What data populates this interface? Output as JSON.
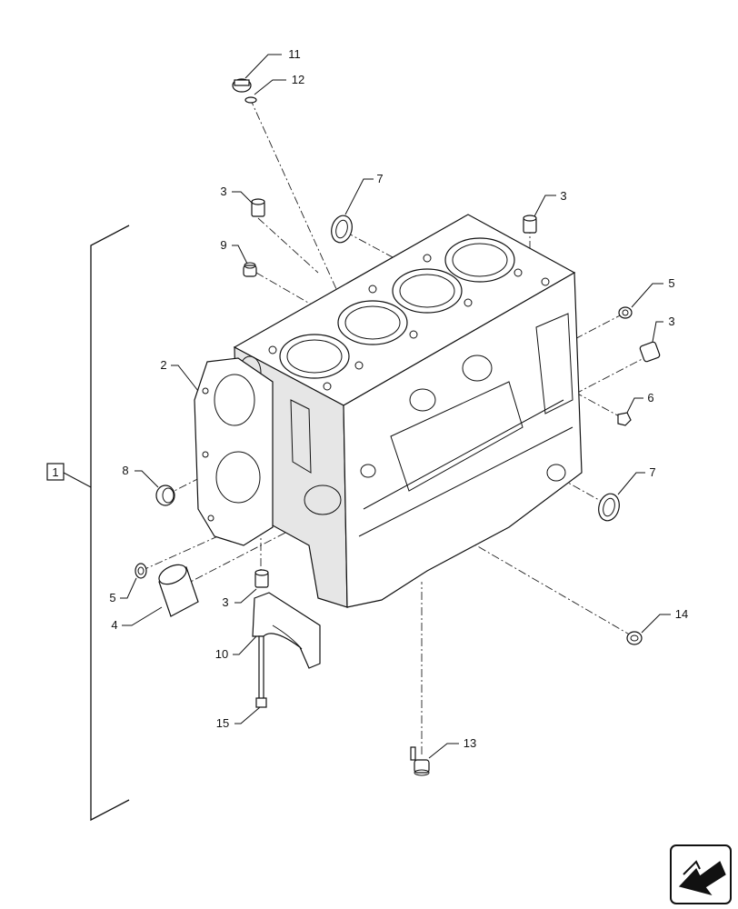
{
  "callouts": {
    "c1": "1",
    "c2": "2",
    "c3a": "3",
    "c3b": "3",
    "c3c": "3",
    "c3d": "3",
    "c4": "4",
    "c5a": "5",
    "c5b": "5",
    "c6": "6",
    "c7a": "7",
    "c7b": "7",
    "c8": "8",
    "c9": "9",
    "c10": "10",
    "c11": "11",
    "c12": "12",
    "c13": "13",
    "c14": "14",
    "c15": "15"
  },
  "icons": {
    "nav": "next-page-arrow-icon"
  }
}
